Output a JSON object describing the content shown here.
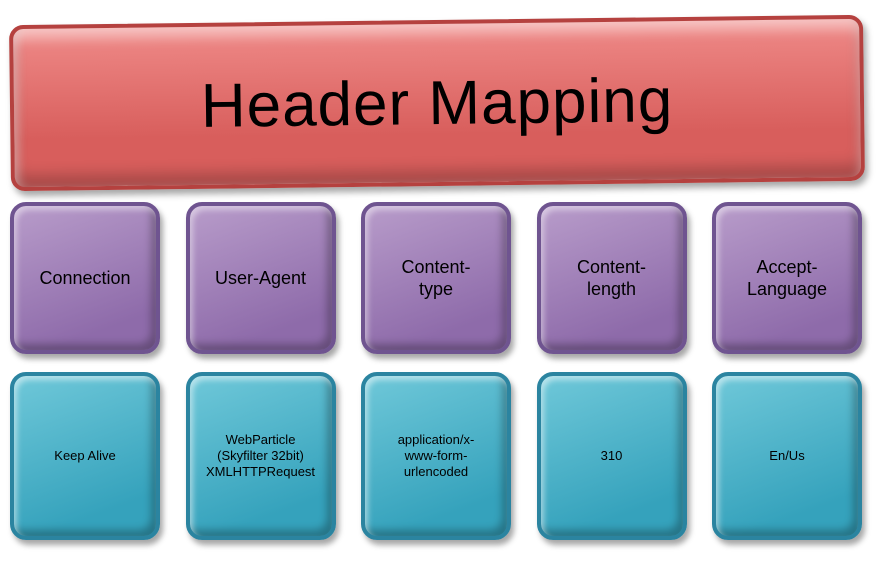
{
  "title": "Header Mapping",
  "columns": [
    {
      "id": "connection",
      "header": "Connection",
      "value": "Keep Alive"
    },
    {
      "id": "user-agent",
      "header": "User-Agent",
      "value": "WebParticle\n(Skyfilter 32bit)\nXMLHTTPRequest"
    },
    {
      "id": "content-type",
      "header": "Content-\ntype",
      "value": "application/x-\nwww-form-\nurlencoded"
    },
    {
      "id": "content-length",
      "header": "Content-\nlength",
      "value": "310"
    },
    {
      "id": "accept-language",
      "header": "Accept-\nLanguage",
      "value": "En/Us"
    }
  ],
  "colors": {
    "banner-fill-top": "#ef8a88",
    "banner-fill-bottom": "#d85e5c",
    "banner-border": "#b5413f",
    "header-fill-top": "#b89cca",
    "header-fill-bottom": "#8e6baa",
    "header-border": "#6f5490",
    "value-fill-top": "#6fc8d9",
    "value-fill-bottom": "#35a2bc",
    "value-border": "#2b84a0",
    "text": "#000000"
  }
}
